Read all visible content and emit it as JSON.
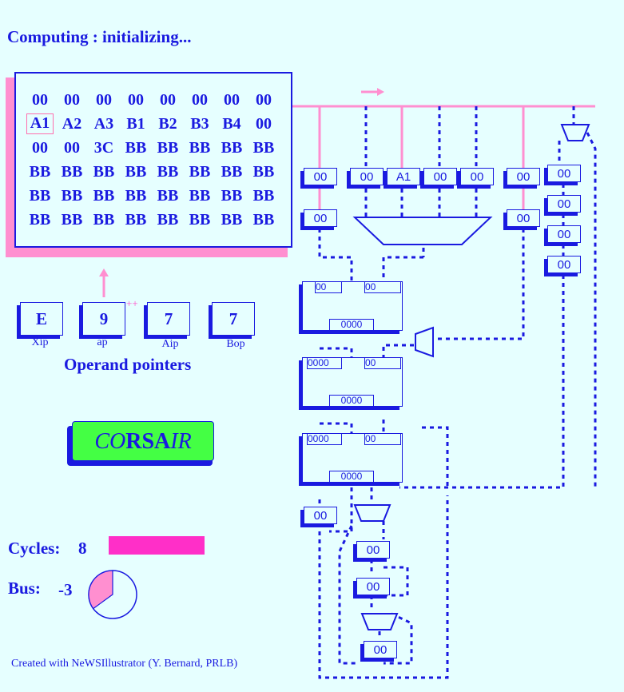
{
  "status": "Computing : initializing...",
  "memory": [
    [
      "00",
      "00",
      "00",
      "00",
      "00",
      "00",
      "00",
      "00"
    ],
    [
      "A1",
      "A2",
      "A3",
      "B1",
      "B2",
      "B3",
      "B4",
      "00"
    ],
    [
      "00",
      "00",
      "3C",
      "BB",
      "BB",
      "BB",
      "BB",
      "BB"
    ],
    [
      "BB",
      "BB",
      "BB",
      "BB",
      "BB",
      "BB",
      "BB",
      "BB"
    ],
    [
      "BB",
      "BB",
      "BB",
      "BB",
      "BB",
      "BB",
      "BB",
      "BB"
    ],
    [
      "BB",
      "BB",
      "BB",
      "BB",
      "BB",
      "BB",
      "BB",
      "BB"
    ]
  ],
  "pointers": {
    "title": "Operand pointers",
    "plusplus": "++",
    "items": [
      {
        "value": "E",
        "label": "Xip"
      },
      {
        "value": "9",
        "label": "ap"
      },
      {
        "value": "7",
        "label": "Aip"
      },
      {
        "value": "7",
        "label": "Bop"
      }
    ]
  },
  "logo": {
    "a": "CO",
    "b": "R",
    "c": "SA",
    "d": "IR"
  },
  "cycles": {
    "label": "Cycles:",
    "value": "8",
    "bar_fraction": 1.0
  },
  "bus": {
    "label": "Bus:",
    "value": "-3",
    "pie_fraction": 0.35
  },
  "credit": "Created with NeWSIllustrator (Y. Bernard, PRLB)",
  "registers": {
    "r1": "00",
    "r2": "00",
    "r3": "A1",
    "r4": "00",
    "r5": "00",
    "r6": "00",
    "r7": "00",
    "r8": "00",
    "r9": "00",
    "r10": "00",
    "r11": "00",
    "r12": "00",
    "r13": "00",
    "r14": "00",
    "r15": "00",
    "r16": "00"
  },
  "units": [
    {
      "left": "00",
      "right": "00",
      "bottom": "0000"
    },
    {
      "left": "0000",
      "right": "00",
      "bottom": "0000"
    },
    {
      "left": "0000",
      "right": "00",
      "bottom": "0000"
    }
  ],
  "colors": {
    "accent": "#1a1ae0",
    "pink": "#ff2fc8",
    "background": "#e6ffff",
    "logo": "#44ff44"
  }
}
